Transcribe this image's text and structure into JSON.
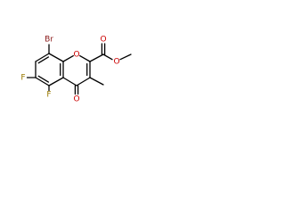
{
  "molecule": {
    "atoms": {
      "bromine": "Br",
      "fluorine_top": "F",
      "fluorine_bottom": "F",
      "carbonyl_oxygen": "O",
      "ring_oxygen": "O",
      "ester_carbonyl_oxygen": "O",
      "ester_oxygen": "O"
    },
    "colors": {
      "bromine": "#8b1a1a",
      "fluorine": "#9a7a00",
      "oxygen": "#cc0000",
      "bond": "#000000"
    }
  }
}
